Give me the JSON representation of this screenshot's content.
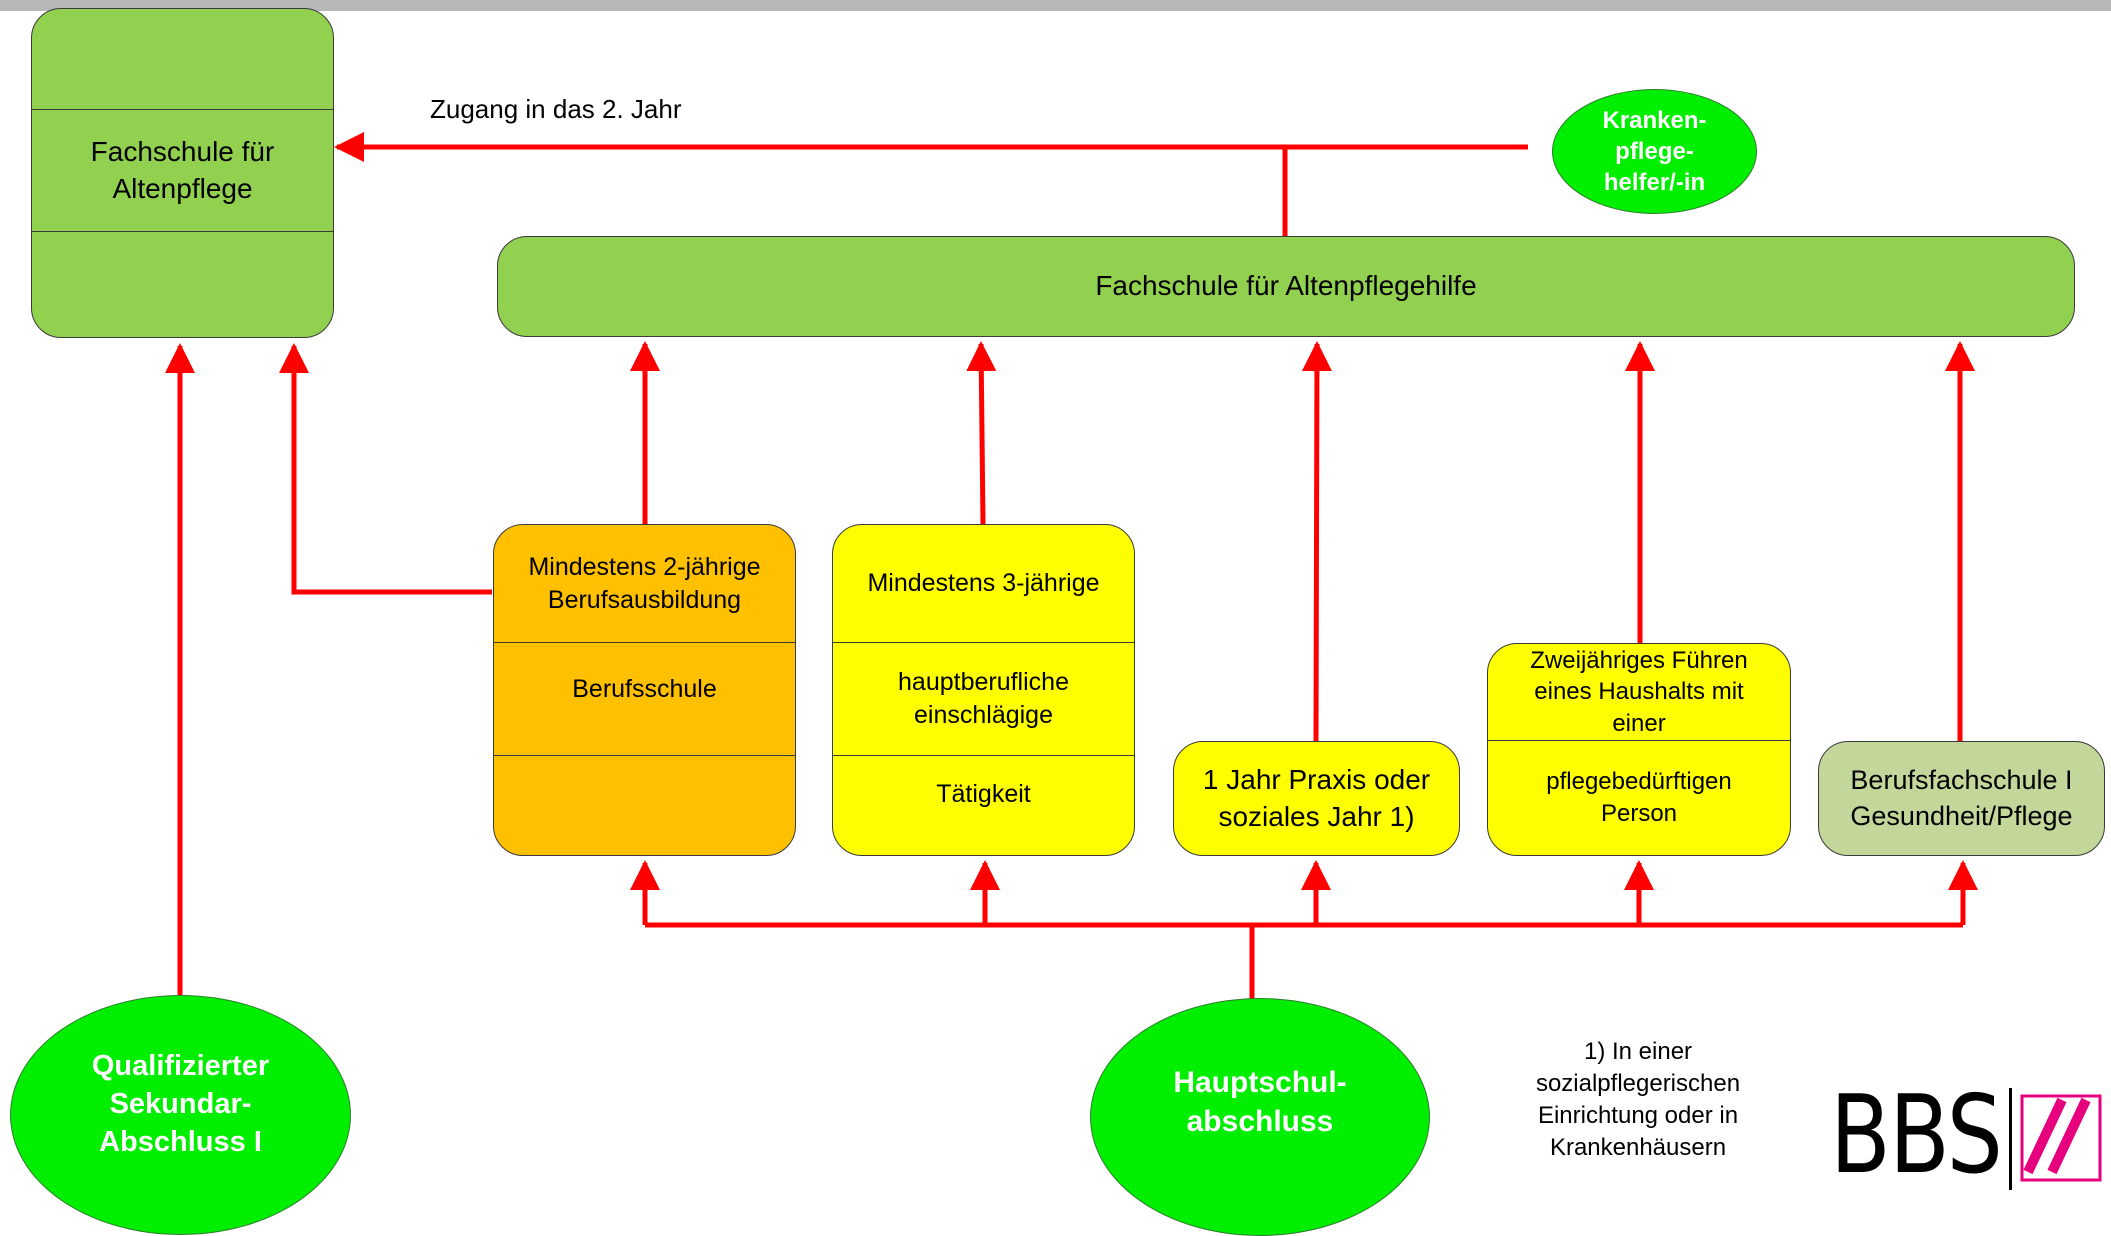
{
  "diagram": {
    "fachschule_altenpflege": "Fachschule für\nAltenpflege",
    "fachschule_altenpflegehilfe": "Fachschule für Altenpflegehilfe",
    "zugang_label": "Zugang in das 2. Jahr",
    "krankenpflegehelfer": "Kranken-\npflege-\nhelfer/-in",
    "berufsausbildung": {
      "top": "Mindestens 2-jährige\nBerufsausbildung",
      "middle": "Berufsschule"
    },
    "taetigkeit": {
      "top": "Mindestens 3-jährige",
      "middle": "hauptberufliche\neinschlägige",
      "bottom": "Tätigkeit"
    },
    "praxis": "1 Jahr Praxis oder\nsoziales Jahr 1)",
    "haushalt": {
      "top": "Zweijähriges Führen\neines Haushalts mit\neiner",
      "bottom": "pflegebedürftigen\nPerson"
    },
    "berufsfachschule": "Berufsfachschule I\nGesundheit/Pflege",
    "qualifizierter": "Qualifizierter\nSekundar-\nAbschluss I",
    "hauptschul": "Hauptschul-\nabschluss",
    "footnote": "1) In einer\nsozialpflegerischen\nEinrichtung oder in\nKrankenhäusern",
    "logo_text": "BBS"
  },
  "colors": {
    "arrow": "#ff0000",
    "green_box": "#92d050",
    "orange_box": "#ffc000",
    "yellow_box": "#ffff00",
    "sage_box": "#c4d79b",
    "oval": "#00ee00",
    "logo_accent": "#e6007e"
  }
}
